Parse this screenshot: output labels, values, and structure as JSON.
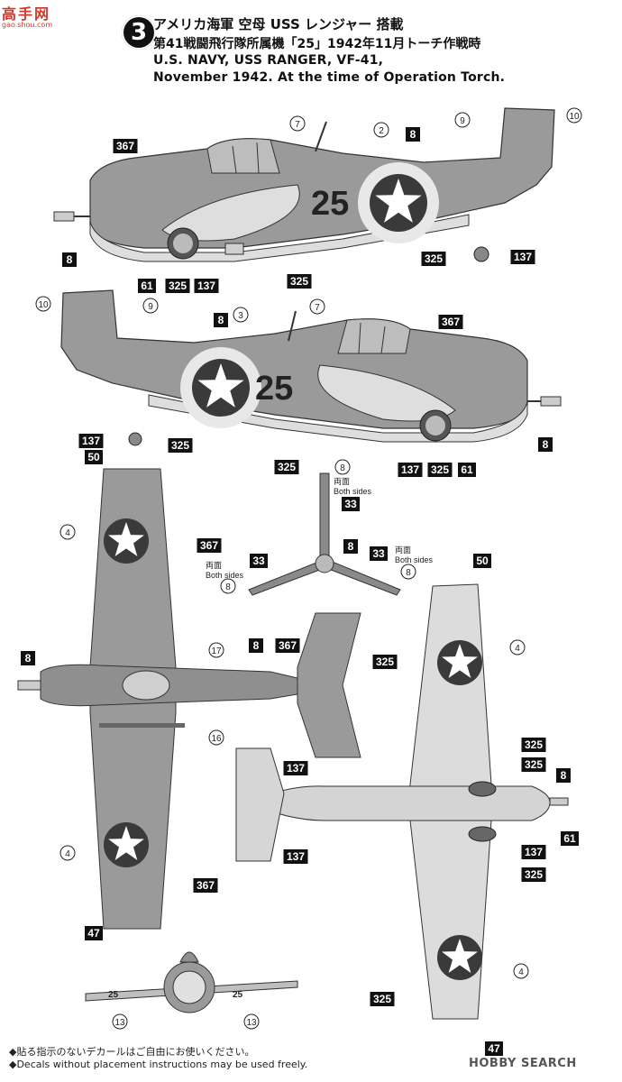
{
  "header": {
    "badge": "3",
    "line1": "アメリカ海軍 空母 USS レンジャー 搭載",
    "line2": "第41戦闘飛行隊所属機「25」1942年11月トーチ作戦時",
    "line3": "U.S. NAVY, USS RANGER, VF-41,",
    "line4": "November 1942. At the time of Operation Torch."
  },
  "logo": {
    "text": "高手网",
    "url": "gao.shou.com"
  },
  "aircraft": {
    "code": "25"
  },
  "callouts": {
    "side_right": [
      {
        "label": "367",
        "dark": true
      },
      {
        "label": "7",
        "dark": false
      },
      {
        "label": "2",
        "dark": false
      },
      {
        "label": "8",
        "dark": true
      },
      {
        "label": "9",
        "dark": false
      },
      {
        "label": "10",
        "dark": false
      },
      {
        "label": "8",
        "dark": true
      },
      {
        "label": "61",
        "dark": true
      },
      {
        "label": "325",
        "dark": true
      },
      {
        "label": "137",
        "dark": true
      },
      {
        "label": "325",
        "dark": true
      },
      {
        "label": "325",
        "dark": true
      },
      {
        "label": "137",
        "dark": true
      }
    ],
    "side_left": [
      {
        "label": "10",
        "dark": false
      },
      {
        "label": "9",
        "dark": false
      },
      {
        "label": "8",
        "dark": true
      },
      {
        "label": "3",
        "dark": false
      },
      {
        "label": "7",
        "dark": false
      },
      {
        "label": "367",
        "dark": true
      },
      {
        "label": "137",
        "dark": true
      },
      {
        "label": "325",
        "dark": true
      },
      {
        "label": "8",
        "dark": true
      },
      {
        "label": "325",
        "dark": true
      },
      {
        "label": "137",
        "dark": true
      },
      {
        "label": "325",
        "dark": true
      },
      {
        "label": "61",
        "dark": true
      }
    ],
    "top_view": [
      {
        "label": "50",
        "dark": true
      },
      {
        "label": "4",
        "dark": false
      },
      {
        "label": "367",
        "dark": true
      },
      {
        "label": "8",
        "dark": true
      },
      {
        "label": "17",
        "dark": false
      },
      {
        "label": "8",
        "dark": true
      },
      {
        "label": "367",
        "dark": true
      },
      {
        "label": "16",
        "dark": false
      },
      {
        "label": "4",
        "dark": false
      },
      {
        "label": "367",
        "dark": true
      },
      {
        "label": "47",
        "dark": true
      }
    ],
    "propeller": [
      {
        "label": "8",
        "dark": false
      },
      {
        "label": "33",
        "dark": true
      },
      {
        "label": "8",
        "dark": true
      },
      {
        "label": "33",
        "dark": true
      },
      {
        "label": "33",
        "dark": true
      },
      {
        "label": "8",
        "dark": false
      },
      {
        "label": "8",
        "dark": false
      }
    ],
    "bottom_view": [
      {
        "label": "50",
        "dark": true
      },
      {
        "label": "4",
        "dark": false
      },
      {
        "label": "325",
        "dark": true
      },
      {
        "label": "137",
        "dark": true
      },
      {
        "label": "325",
        "dark": true
      },
      {
        "label": "325",
        "dark": true
      },
      {
        "label": "137",
        "dark": true
      },
      {
        "label": "8",
        "dark": true
      },
      {
        "label": "61",
        "dark": true
      },
      {
        "label": "137",
        "dark": true
      },
      {
        "label": "325",
        "dark": true
      },
      {
        "label": "4",
        "dark": false
      },
      {
        "label": "325",
        "dark": true
      },
      {
        "label": "47",
        "dark": true
      }
    ],
    "front_view": [
      {
        "label": "13",
        "dark": false
      },
      {
        "label": "13",
        "dark": false
      }
    ]
  },
  "both_sides": {
    "jp": "両面",
    "en": "Both sides"
  },
  "front_codes": [
    "25",
    "25"
  ],
  "notes": {
    "jp": "◆貼る指示のないデカールはご自由にお使いください。",
    "en": "◆Decals without placement instructions may be used freely."
  },
  "watermark": "HOBBY SEARCH",
  "colors": {
    "gray": "#9a9a9a",
    "gray_dark": "#808080",
    "light": "#dedede",
    "insignia_blue": "#3a3a3a",
    "ink": "#111111"
  }
}
